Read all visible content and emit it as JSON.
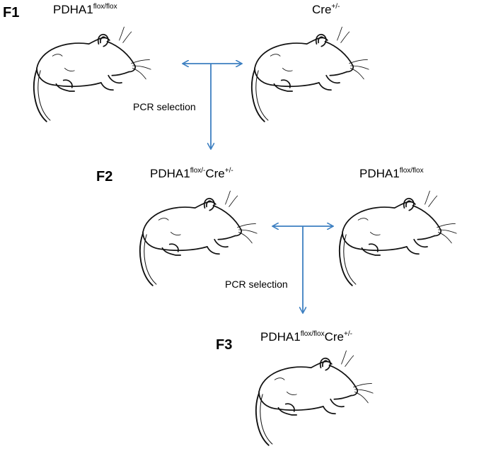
{
  "generations": {
    "f1": "F1",
    "f2": "F2",
    "f3": "F3"
  },
  "genotypes": {
    "f1_left": {
      "base": "PDHA1",
      "sup": "flox/flox"
    },
    "f1_right": {
      "base": "Cre",
      "sup": "+/-"
    },
    "f2_left": {
      "base1": "PDHA1",
      "sup1": "flox/-",
      "base2": "Cre",
      "sup2": "+/-"
    },
    "f2_right": {
      "base": "PDHA1",
      "sup": "flox/flox"
    },
    "f3": {
      "base1": "PDHA1",
      "sup1": "flox/flox",
      "base2": "Cre",
      "sup2": "+/-"
    }
  },
  "pcr_labels": {
    "first": "PCR selection",
    "second": "PCR selection"
  },
  "colors": {
    "arrow": "#3c7fc1",
    "text": "#000000",
    "mouse_outline": "#111111"
  },
  "icons": [
    "mouse-illustration"
  ]
}
